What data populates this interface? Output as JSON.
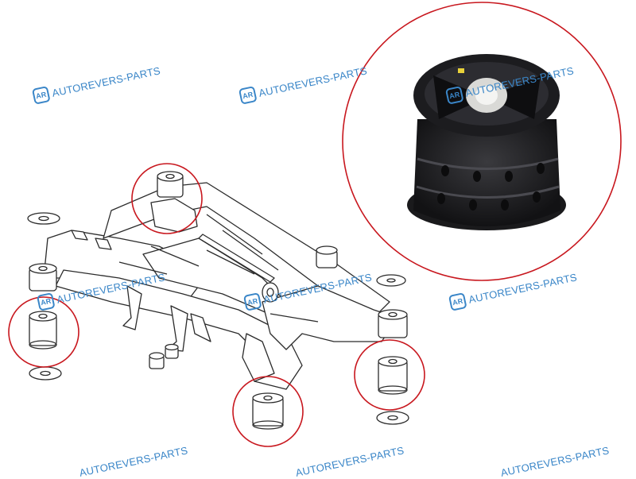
{
  "image": {
    "subject": "rear-subframe-with-bushings",
    "accent_color": "#c8171e",
    "line_color": "#2b2b2b"
  },
  "watermark": {
    "text": "AUTOREVERS-PARTS",
    "logo": "AR",
    "color": "#3a86c8"
  }
}
